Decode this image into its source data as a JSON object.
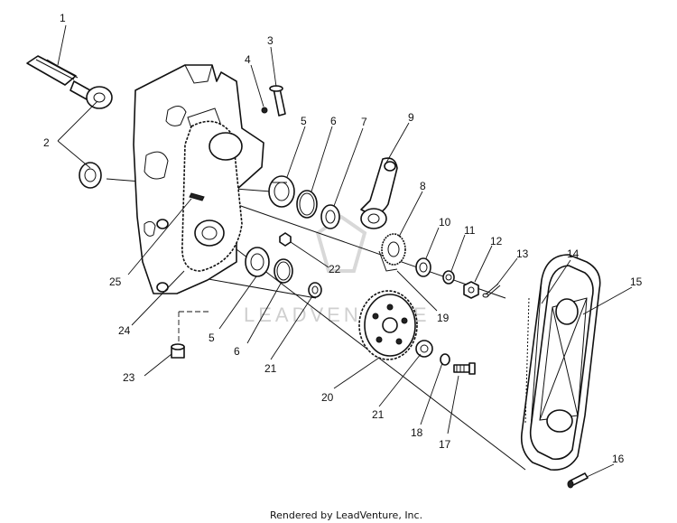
{
  "callouts": {
    "c1": "1",
    "c2": "2",
    "c3": "3",
    "c4": "4",
    "c5a": "5",
    "c5b": "5",
    "c6a": "6",
    "c6b": "6",
    "c7": "7",
    "c8": "8",
    "c9": "9",
    "c10": "10",
    "c11": "11",
    "c12": "12",
    "c13": "13",
    "c14": "14",
    "c15": "15",
    "c16": "16",
    "c17": "17",
    "c18": "18",
    "c19": "19",
    "c20": "20",
    "c21a": "21",
    "c21b": "21",
    "c22": "22",
    "c23": "23",
    "c24": "24",
    "c25": "25"
  },
  "footer": {
    "credit": "Rendered by LeadVenture, Inc."
  },
  "watermark": {
    "text": "LEADVENTURE"
  }
}
